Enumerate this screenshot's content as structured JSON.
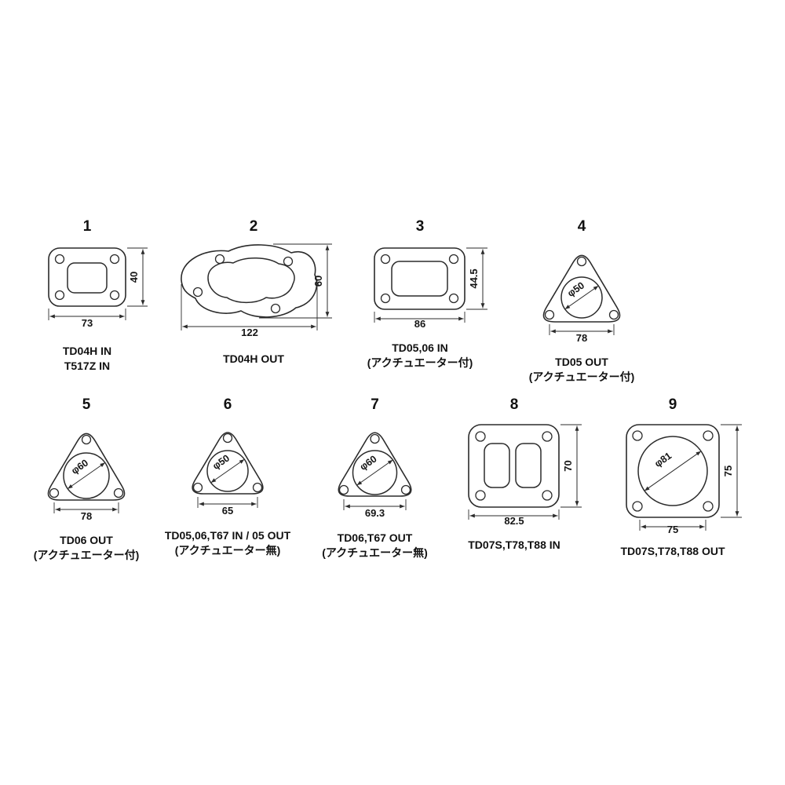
{
  "items": [
    {
      "number": "1",
      "dim_w": "73",
      "dim_h": "40",
      "label_lines": [
        "TD04H IN",
        "T517Z  IN"
      ]
    },
    {
      "number": "2",
      "dim_w": "122",
      "dim_h": "60",
      "label_lines": [
        "TD04H OUT"
      ]
    },
    {
      "number": "3",
      "dim_w": "86",
      "dim_h": "44.5",
      "label_lines": [
        "TD05,06 IN",
        "(アクチュエーター付)"
      ]
    },
    {
      "number": "4",
      "dim_w": "78",
      "phi": "φ50",
      "label_lines": [
        "TD05 OUT",
        "(アクチュエーター付)"
      ]
    },
    {
      "number": "5",
      "dim_w": "78",
      "phi": "φ60",
      "label_lines": [
        "TD06 OUT",
        "(アクチュエーター付)"
      ]
    },
    {
      "number": "6",
      "dim_w": "65",
      "phi": "φ50",
      "label_lines": [
        "TD05,06,T67 IN / 05 OUT",
        "(アクチュエーター無)"
      ]
    },
    {
      "number": "7",
      "dim_w": "69.3",
      "phi": "φ60",
      "label_lines": [
        "TD06,T67 OUT",
        "(アクチュエーター無)"
      ]
    },
    {
      "number": "8",
      "dim_w": "82.5",
      "dim_h": "70",
      "label_lines": [
        "TD07S,T78,T88  IN"
      ]
    },
    {
      "number": "9",
      "dim_w": "75",
      "dim_h": "75",
      "phi": "φ81",
      "label_lines": [
        "TD07S,T78,T88  OUT"
      ]
    }
  ]
}
